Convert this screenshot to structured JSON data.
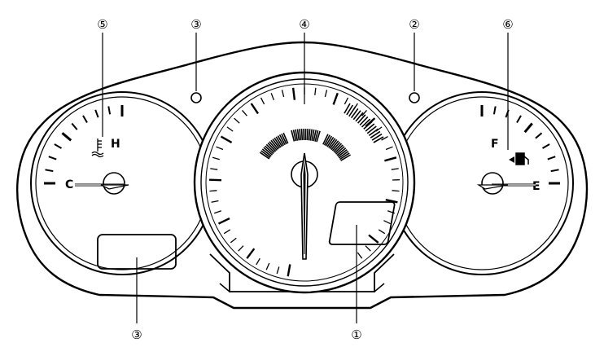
{
  "callouts": [
    {
      "id": "callout-5-temp-gauge",
      "text": "⑤"
    },
    {
      "id": "callout-3-top",
      "text": "③"
    },
    {
      "id": "callout-4-tachometer",
      "text": "④"
    },
    {
      "id": "callout-2-top",
      "text": "②"
    },
    {
      "id": "callout-6-fuel-gauge",
      "text": "⑥"
    },
    {
      "id": "callout-3-bottom",
      "text": "③"
    },
    {
      "id": "callout-1-bottom",
      "text": "①"
    }
  ],
  "temp_gauge": {
    "hot_label": "H",
    "cold_label": "C",
    "icon": "coolant-temperature-icon"
  },
  "fuel_gauge": {
    "full_label": "F",
    "empty_label": "E",
    "icon": "fuel-pump-icon",
    "filler_side_icon": "left-arrow-icon"
  },
  "colors": {
    "line": "#000000",
    "background": "#ffffff"
  }
}
